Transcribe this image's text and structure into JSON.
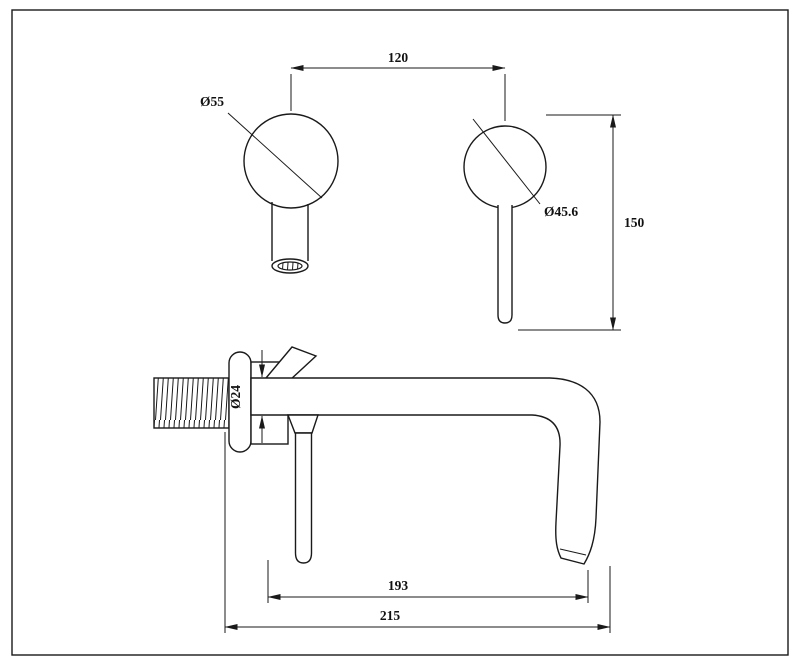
{
  "drawing": {
    "background": "#ffffff",
    "line_color": "#1a1a1a",
    "labels": {
      "center_distance": "120",
      "flange_diameter": "Ø55",
      "handle_diameter": "Ø45.6",
      "height": "150",
      "spout_tube_diameter": "Ø24",
      "spout_reach": "193",
      "overall_projection": "215"
    }
  }
}
